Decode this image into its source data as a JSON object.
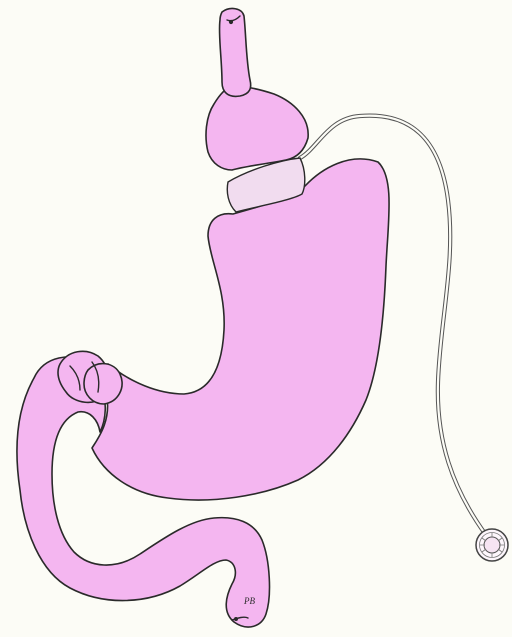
{
  "illustration": {
    "colors": {
      "organ_fill": "#f4b6f0",
      "band_fill": "#f1dcef",
      "background": "#fcfcf6",
      "outline": "#2a2a2a"
    },
    "parts": [
      "esophagus",
      "gastric-pouch",
      "adjustable-band",
      "stomach",
      "pylorus",
      "duodenum",
      "connecting-tube",
      "access-port"
    ],
    "artist_initials": "PB"
  }
}
